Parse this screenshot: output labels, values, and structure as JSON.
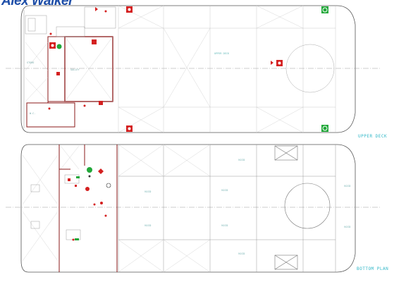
{
  "brand": {
    "text": "Alex Walker",
    "color": "#1e4ea8"
  },
  "upper_deck": {
    "title": "UPPER DECK",
    "center_label": "UPPER DECK"
  },
  "bottom_plan": {
    "title": "BOTTOM PLAN",
    "compartment_labels": [
      "VOID",
      "VOID",
      "VOID",
      "VOID",
      "VOID",
      "VOID",
      "VOID",
      "VOID"
    ]
  },
  "colors": {
    "outline": "#555555",
    "hatch": "#aaaaaa",
    "structure": "#8b1a1a",
    "fire_red": "#d42020",
    "safety_green": "#22a83a",
    "accent": "#33b8c8"
  },
  "symbols": {
    "fire_extinguisher": "fire-extinguisher-icon",
    "life_ring": "life-ring-icon",
    "hydrant": "fire-hydrant-icon",
    "exit": "exit-sign-icon"
  }
}
